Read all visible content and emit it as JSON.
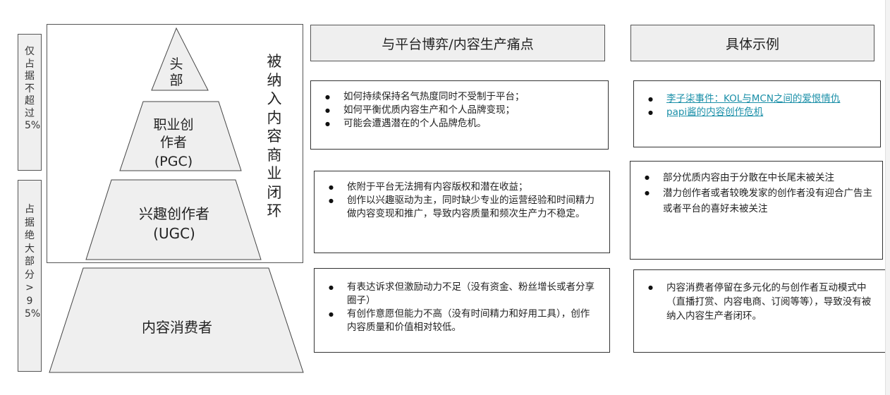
{
  "left_labels": {
    "top": "仅占据不超过5%",
    "bottom": "占据绝大部分>95%"
  },
  "closed_loop_label": "被纳入内容商业闭环",
  "pyramid": {
    "head_line1": "头",
    "head_line2": "部",
    "pgc_line1": "职业创",
    "pgc_line2": "作者",
    "pgc_line3": "(PGC)",
    "ugc_line1": "兴趣创作者",
    "ugc_line2": "(UGC)",
    "consumer": "内容消费者"
  },
  "headers": {
    "pain_points": "与平台博弈/内容生产痛点",
    "examples": "具体示例"
  },
  "pain_points": {
    "head": [
      "如何持续保持名气热度同时不受制于平台；",
      "如何平衡优质内容生产和个人品牌变现；",
      "可能会遭遇潜在的个人品牌危机。"
    ],
    "ugc": [
      "依附于平台无法拥有内容版权和潜在收益；",
      "创作以兴趣驱动为主，同时缺少专业的运营经验和时间精力做内容变现和推广，导致内容质量和频次生产力不稳定。"
    ],
    "consumer": [
      "有表达诉求但激励动力不足（没有资金、粉丝增长或者分享圈子）",
      "有创作意愿但能力不高（没有时间精力和好用工具），创作内容质量和价值相对较低。"
    ]
  },
  "examples": {
    "head": [
      "李子柒事件：KOL与MCN之间的爱恨情仇",
      "papi酱的内容创作危机"
    ],
    "ugc": [
      "部分优质内容由于分散在中长尾未被关注",
      "潜力创作者或者较晚发家的创作者没有迎合广告主或者平台的喜好未被关注"
    ],
    "consumer": [
      "内容消费者停留在多元化的与创作者互动模式中（直播打赏、内容电商、订阅等等），导致没有被纳入内容生产者闭环。"
    ]
  },
  "colors": {
    "pyramid_fill": "#efefef",
    "link": "#1a8fa8",
    "border": "#333333"
  }
}
